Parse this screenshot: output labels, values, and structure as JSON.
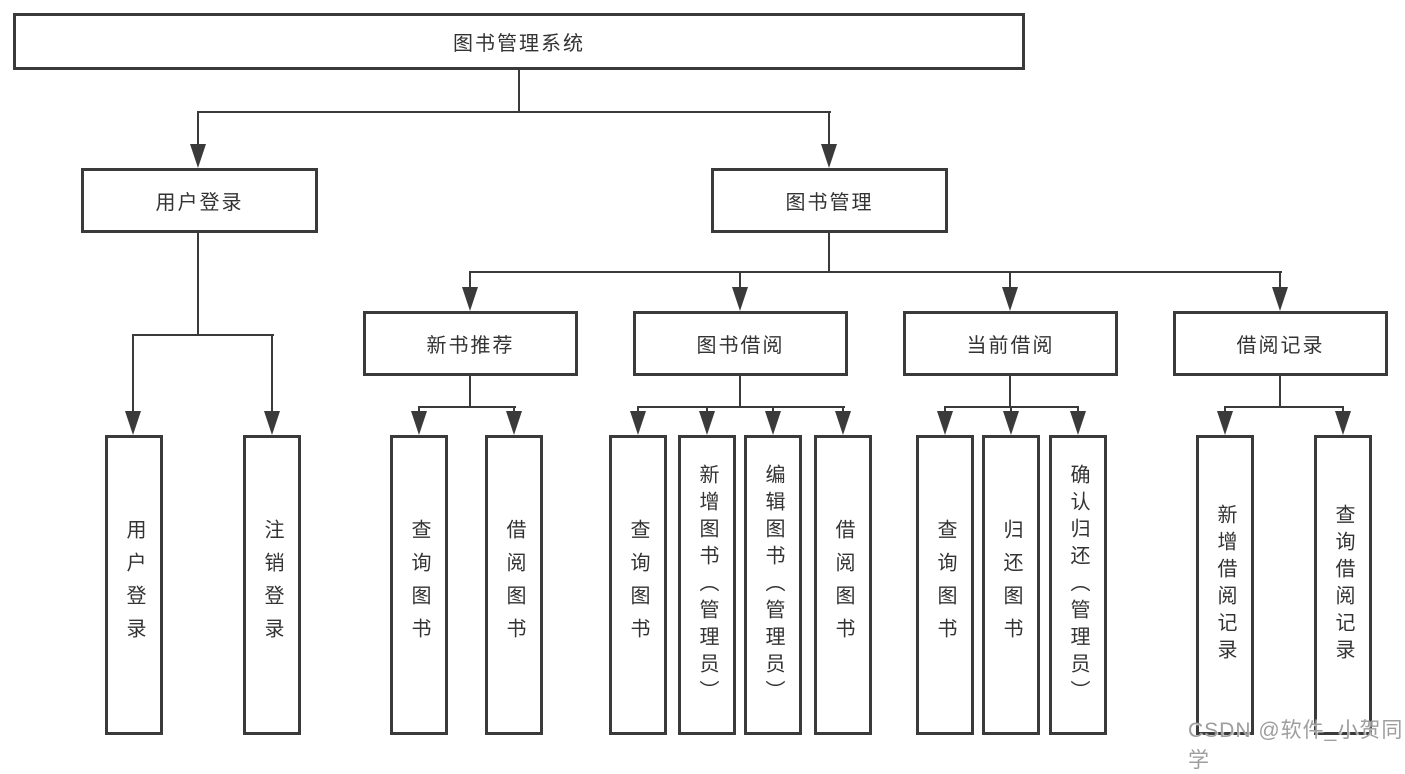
{
  "diagram_title": "图书管理系统",
  "tree": {
    "root": {
      "label": "图书管理系统"
    },
    "branches": [
      {
        "label": "用户登录",
        "children": [
          {
            "label": "用户登录"
          },
          {
            "label": "注销登录"
          }
        ]
      },
      {
        "label": "图书管理",
        "groups": [
          {
            "label": "新书推荐",
            "children": [
              {
                "label": "查询图书"
              },
              {
                "label": "借阅图书"
              }
            ]
          },
          {
            "label": "图书借阅",
            "children": [
              {
                "label": "查询图书"
              },
              {
                "label": "新增图书（管理员）"
              },
              {
                "label": "编辑图书（管理员）"
              },
              {
                "label": "借阅图书"
              }
            ]
          },
          {
            "label": "当前借阅",
            "children": [
              {
                "label": "查询图书"
              },
              {
                "label": "归还图书"
              },
              {
                "label": "确认归还（管理员）"
              }
            ]
          },
          {
            "label": "借阅记录",
            "children": [
              {
                "label": "新增借阅记录"
              },
              {
                "label": "查询借阅记录"
              }
            ]
          }
        ]
      }
    ]
  },
  "watermark": "CSDN @软件_小贺同学",
  "colors": {
    "border": "#3a3a3a",
    "text": "#333333",
    "watermark": "#9e9e9e",
    "background": "#ffffff"
  }
}
